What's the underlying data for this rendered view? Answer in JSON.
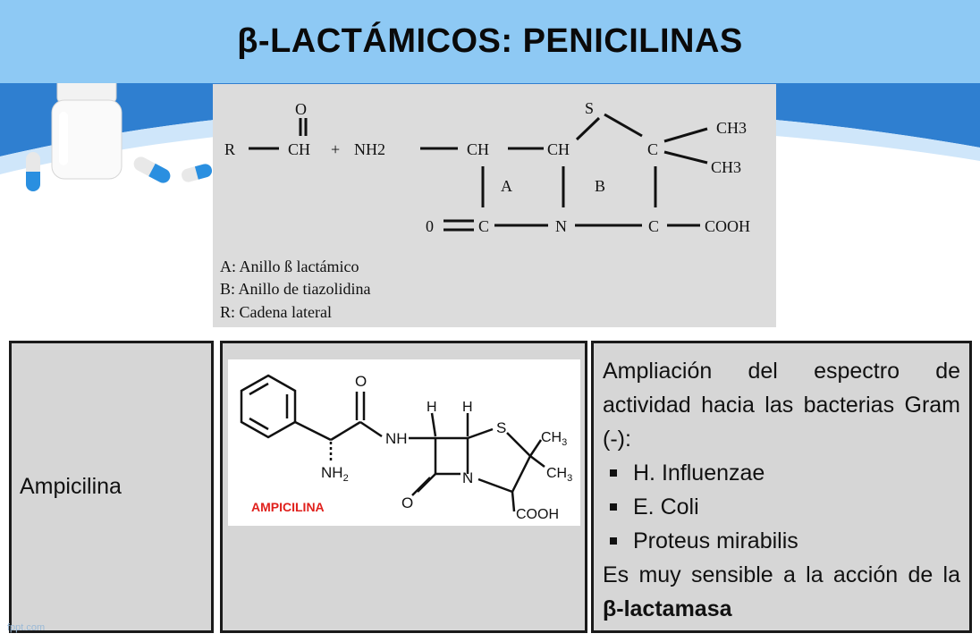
{
  "slide": {
    "title": "β-LACTÁMICOS: PENICILINAS",
    "footer_mark": "fppt.com"
  },
  "main_structure": {
    "atoms": {
      "r": "R",
      "o_top": "O",
      "ch_carbonyl": "CH",
      "plus": "+",
      "nh2": "NH2",
      "ch_left": "CH",
      "ch_right": "CH",
      "s": "S",
      "c_quat": "C",
      "ch3_a": "CH3",
      "ch3_b": "CH3",
      "ring_a": "A",
      "ring_b": "B",
      "o_bottom": "0",
      "c_carbonyl": "C",
      "n": "N",
      "c_acid": "C",
      "cooh": "COOH"
    },
    "legend": [
      "A: Anillo ß lactámico",
      "B: Anillo de tiazolidina",
      "R: Cadena lateral"
    ]
  },
  "row": {
    "drug_name": "Ampicilina",
    "structure": {
      "label": "AMPICILINA",
      "atoms": {
        "o_amide": "O",
        "nh": "NH",
        "nh2": "NH",
        "nh2_sub": "2",
        "h1": "H",
        "h2": "H",
        "s": "S",
        "ch3_a": "CH",
        "ch3_a_sub": "3",
        "ch3_b": "CH",
        "ch3_b_sub": "3",
        "n": "N",
        "o_lactam": "O",
        "cooh": "COOH"
      }
    },
    "description": {
      "intro": "Ampliación del espectro de actividad hacia las bacterias Gram (-):",
      "bullets": [
        "H. Influenzae",
        "E. Coli",
        "Proteus mirabilis"
      ],
      "outro_prefix": "Es muy sensible a la acción de la ",
      "outro_bold": "β-lactamasa"
    }
  },
  "colors": {
    "title_bar": "#8ec9f4",
    "wave": "#2f7fd0",
    "label_red": "#e0201c"
  }
}
